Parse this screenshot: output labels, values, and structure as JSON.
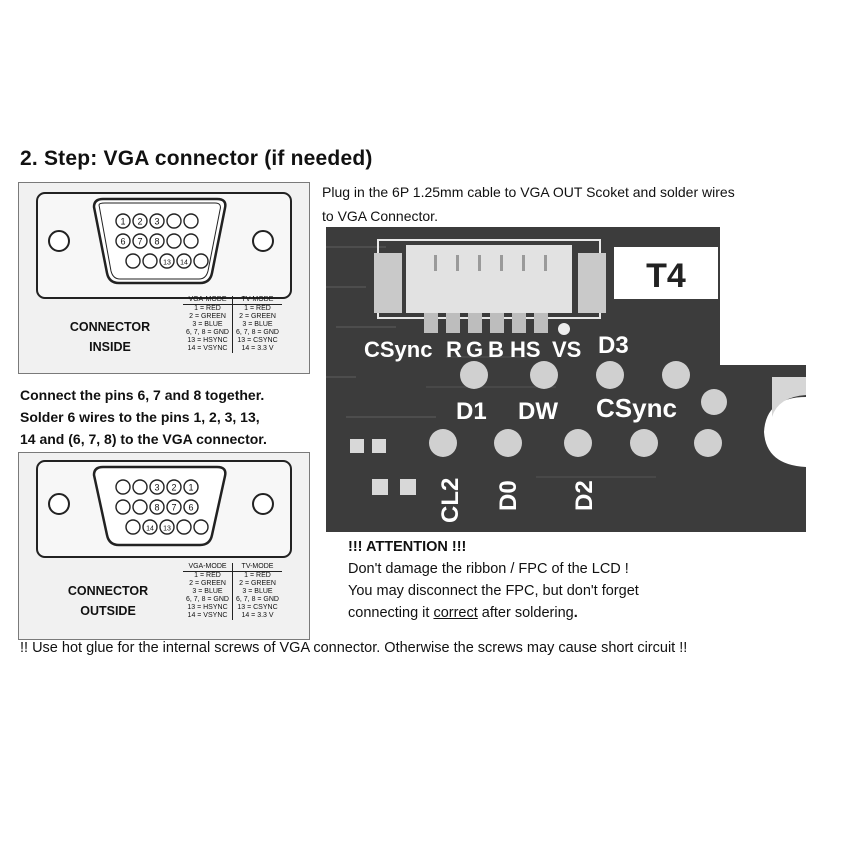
{
  "title": "2. Step: VGA connector (if needed)",
  "intro": {
    "line1": "Plug in the 6P 1.25mm cable to  VGA OUT Scoket and solder wires",
    "line2": "to VGA Connector."
  },
  "instructions": {
    "line1": "Connect the pins 6, 7 and 8 together.",
    "line2": "Solder 6 wires to the pins 1, 2, 3, 13,",
    "line3": "14 and (6, 7, 8) to the VGA connector."
  },
  "connector_inside": {
    "label": "CONNECTOR\nINSIDE",
    "pins_row1": [
      "1",
      "2",
      "3",
      "",
      ""
    ],
    "pins_row2": [
      "6",
      "7",
      "8",
      "",
      ""
    ],
    "pins_row3": [
      "",
      "",
      "13",
      "14",
      ""
    ]
  },
  "connector_outside": {
    "label": "CONNECTOR\nOUTSIDE",
    "pins_row1": [
      "",
      "",
      "3",
      "2",
      "1"
    ],
    "pins_row2": [
      "",
      "",
      "8",
      "7",
      "6"
    ],
    "pins_row3": [
      "",
      "14",
      "13",
      "",
      ""
    ]
  },
  "pin_table": {
    "headers": [
      "VGA-MODE",
      "TV-MODE"
    ],
    "rows": [
      [
        "1 = RED",
        "1 = RED"
      ],
      [
        "2 = GREEN",
        "2 = GREEN"
      ],
      [
        "3 = BLUE",
        "3 = BLUE"
      ],
      [
        "6, 7, 8 = GND",
        "6, 7, 8 = GND"
      ],
      [
        "13 = HSYNC",
        "13 = CSYNC"
      ],
      [
        "14 = VSYNC",
        "14 = 3.3 V"
      ]
    ]
  },
  "board": {
    "chip_label": "T4",
    "socket_labels": [
      "CSync",
      "R",
      "G",
      "B",
      "HS",
      "VS"
    ],
    "pad_labels_row1": [
      "D3"
    ],
    "pad_labels_row2": [
      "D1",
      "DW",
      "CSync"
    ],
    "pad_labels_vertical": [
      "CL2",
      "D0",
      "D2"
    ]
  },
  "attention": {
    "heading": "!!! ATTENTION !!!",
    "line1": "Don't damage the ribbon / FPC of the LCD !",
    "line2": "You may disconnect the FPC, but don't forget",
    "line3_before": "connecting it ",
    "line3_underlined": "correct",
    "line3_after": " after soldering",
    "line3_end": "."
  },
  "warning": "!! Use hot glue for the internal screws of VGA connector. Otherwise the screws may cause short circuit !!",
  "colors": {
    "board": "#3c3c3c",
    "pad": "#d0d0d0",
    "panel": "#f1f1f1",
    "text": "#111111"
  }
}
